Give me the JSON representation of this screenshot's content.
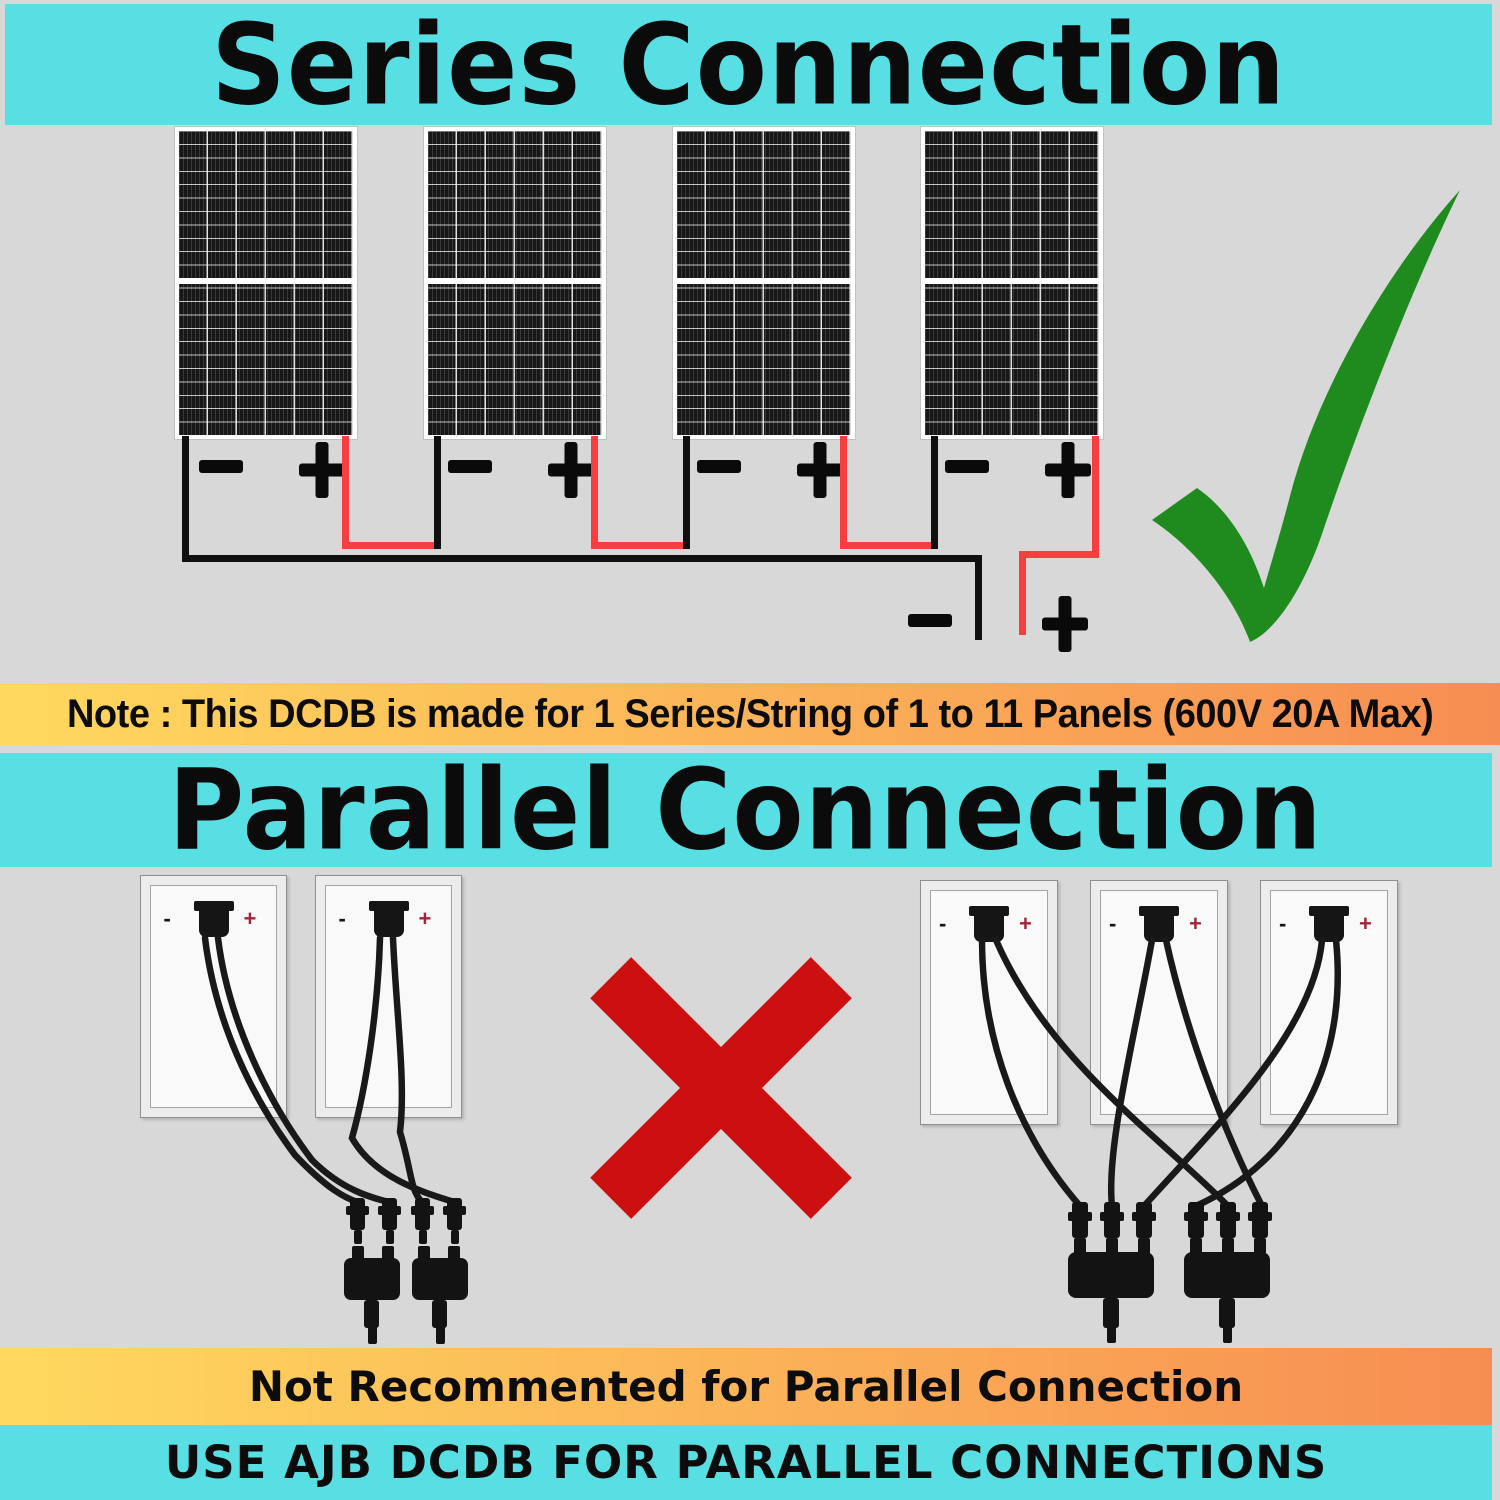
{
  "colors": {
    "background_gray": "#d8d8d8",
    "banner_cyan": "#58dfe4",
    "gradient_yellow": "#ffd95e",
    "gradient_orange": "#f78d52",
    "wire_black": "#101010",
    "wire_red": "#f83e3e",
    "check_green": "#1f8b1f",
    "cross_red": "#cc1010",
    "panel_cell_dark": "#171717"
  },
  "series": {
    "title": "Series Connection",
    "panel_count": 4,
    "terminals": {
      "negative": "−",
      "positive": "+"
    },
    "output": {
      "negative": "−",
      "positive": "+"
    },
    "status_icon": "green-checkmark"
  },
  "note": {
    "text": "Note : This DCDB is made for 1 Series/String of 1 to 11 Panels (600V 20A Max)"
  },
  "parallel": {
    "title": "Parallel Connection",
    "left_group_panel_count": 2,
    "right_group_panel_count": 3,
    "junction_labels": {
      "negative": "-",
      "positive": "+"
    },
    "status_icon": "red-cross"
  },
  "footer": {
    "warning": "Not Recommented for Parallel Connection",
    "instruction": "USE AJB DCDB FOR PARALLEL CONNECTIONS"
  }
}
